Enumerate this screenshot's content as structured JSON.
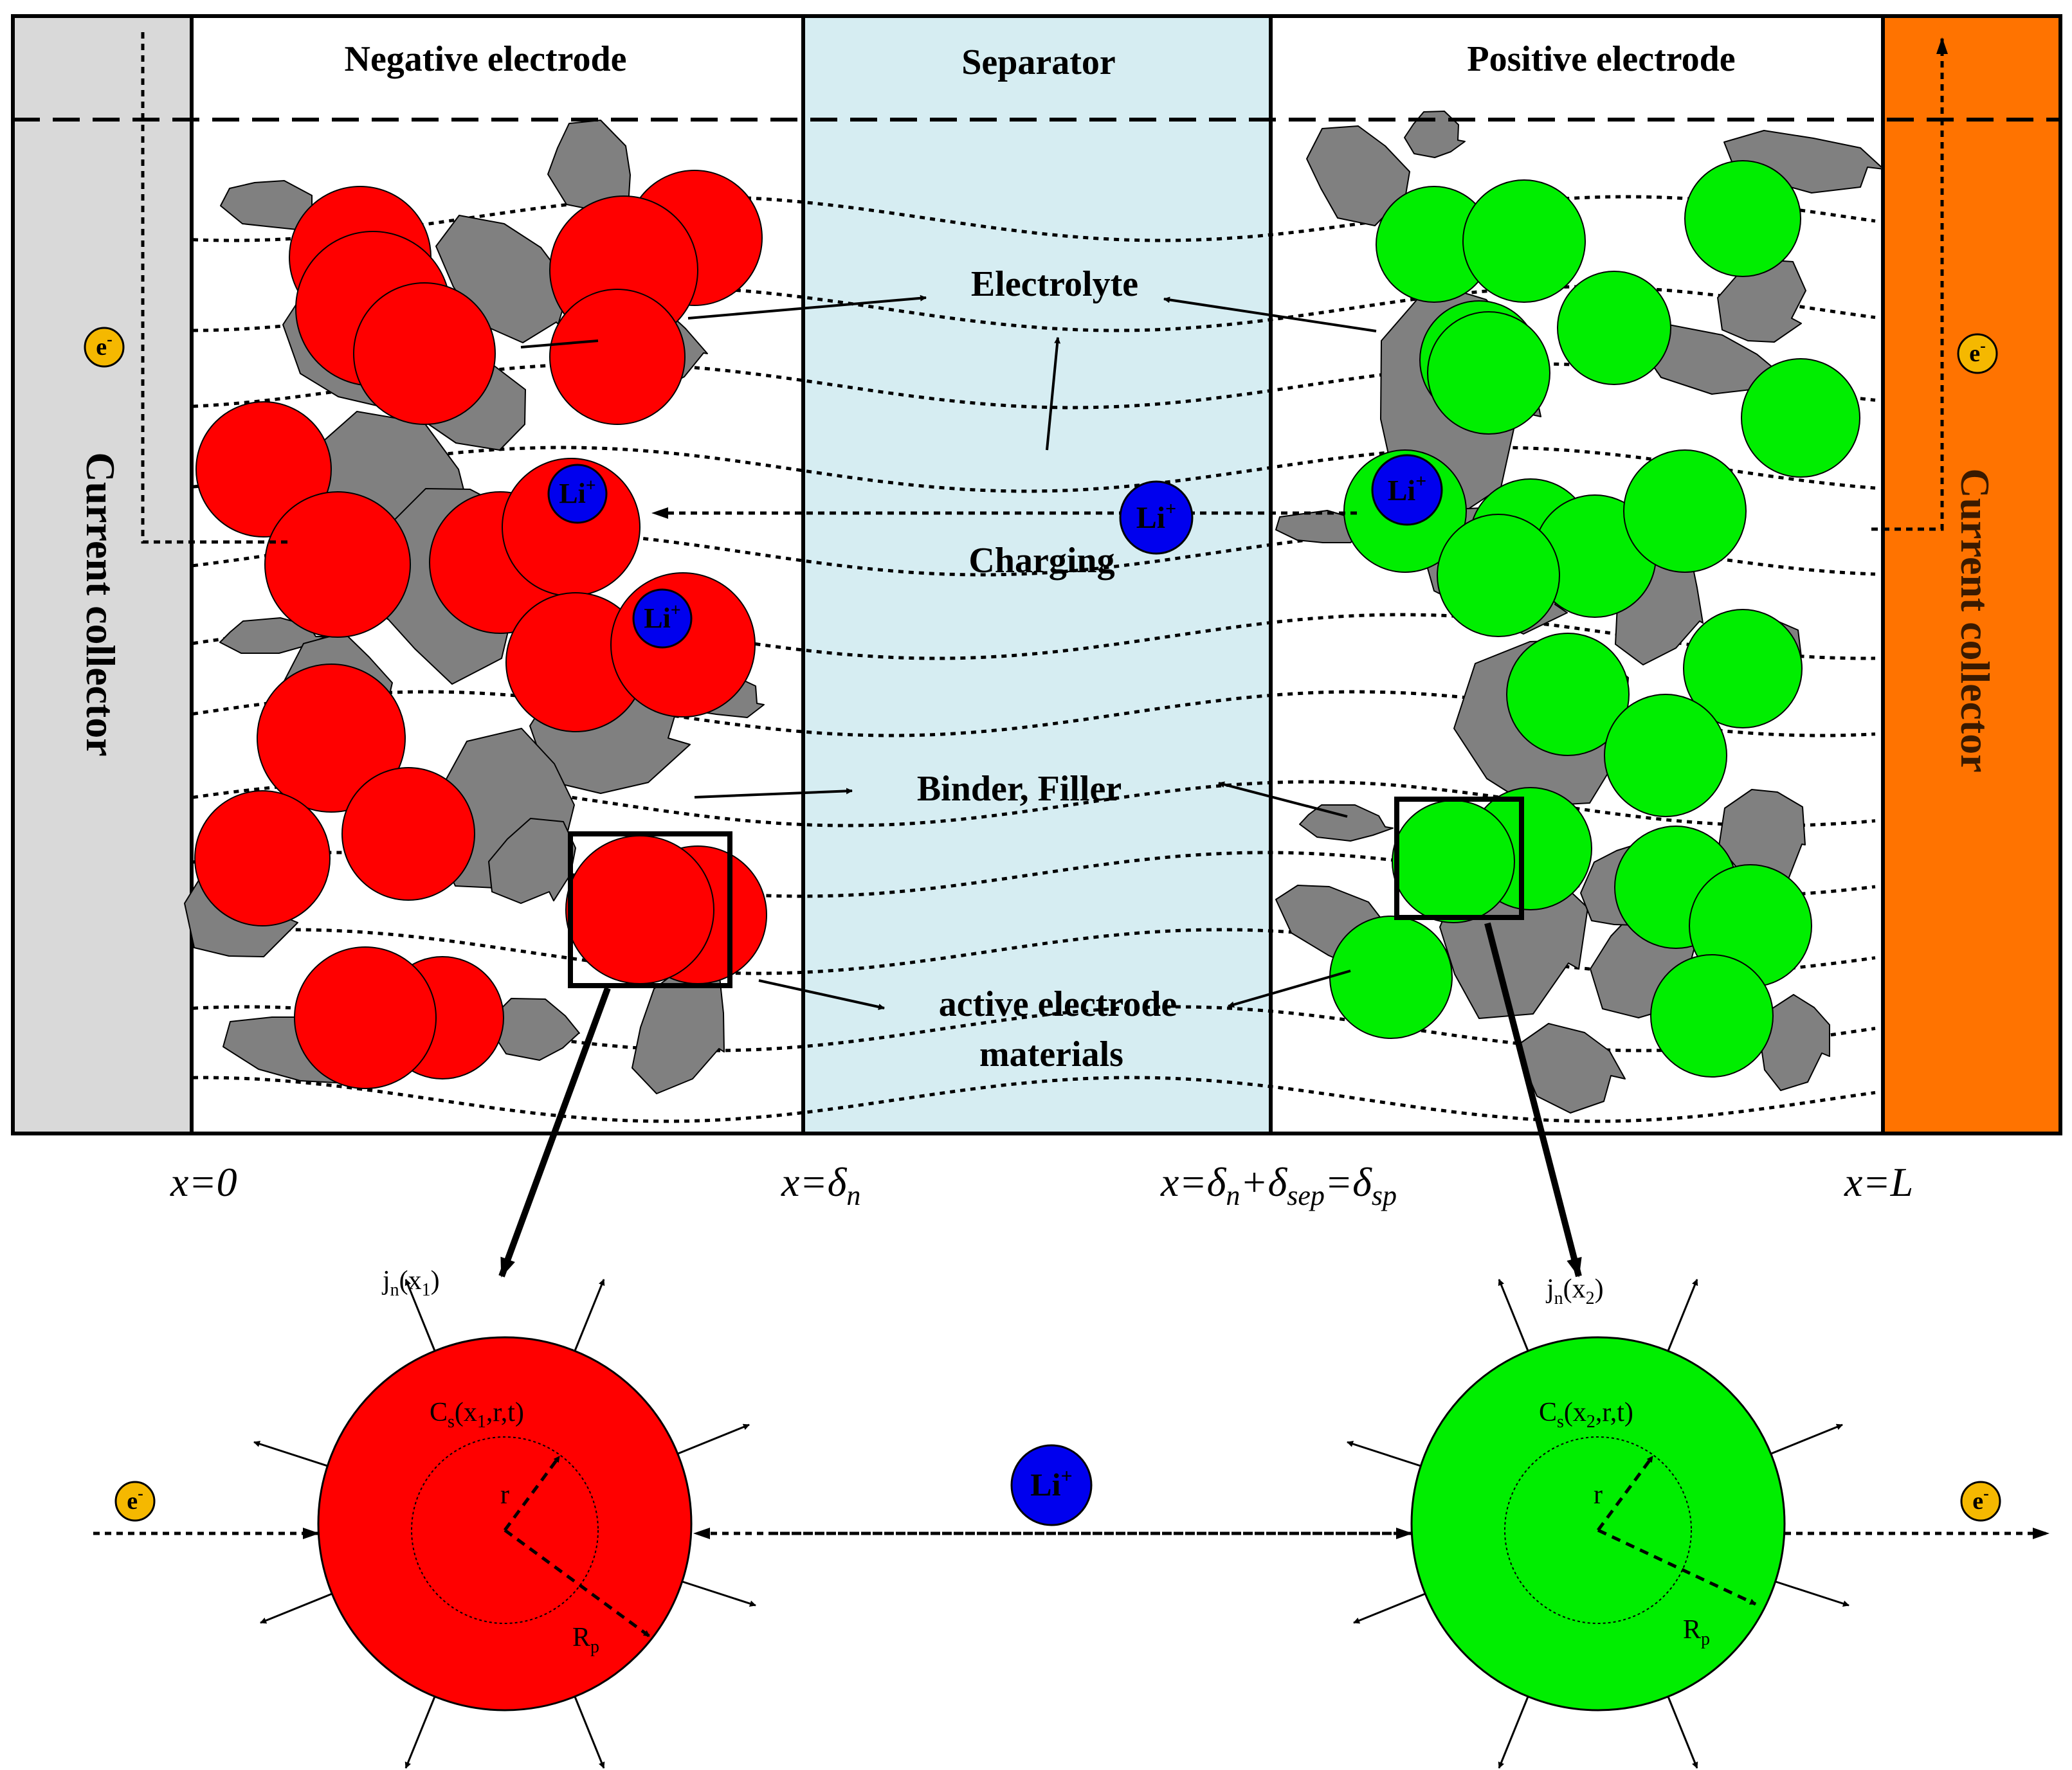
{
  "regions": {
    "left_collector": "Current collector",
    "negative": "Negative electrode",
    "separator": "Separator",
    "positive": "Positive electrode",
    "right_collector": "Current collector"
  },
  "labels": {
    "electrolyte": "Electrolyte",
    "charging": "Charging",
    "binder_filler": "Binder, Filler",
    "active_line1": "active electrode",
    "active_line2": "materials"
  },
  "positions": {
    "x0": "x=0",
    "x_dn_prefix": "x=δ",
    "x_dn_sub": "n",
    "x_dsp_a": "x=δ",
    "x_dsp_sub1": "n",
    "x_dsp_b": "+δ",
    "x_dsp_sub2": "sep",
    "x_dsp_c": "=δ",
    "x_dsp_sub3": "sp",
    "xL": "x=L"
  },
  "particle_detail": {
    "left_flux": {
      "base": "j",
      "sub": "n",
      "paren": "(x",
      "idx": "1",
      "close": ")"
    },
    "right_flux": {
      "base": "j",
      "sub": "n",
      "paren": "(x",
      "idx": "2",
      "close": ")"
    },
    "left_conc": {
      "base": "C",
      "sub": "s",
      "paren": "(x",
      "idx": "1",
      "rest": ",r,t)"
    },
    "right_conc": {
      "base": "C",
      "sub": "s",
      "paren": "(x",
      "idx": "2",
      "rest": ",r,t)"
    },
    "radius": "r",
    "particle_radius": {
      "base": "R",
      "sub": "p"
    }
  },
  "species": {
    "lithium": "Li",
    "lithium_charge": "+",
    "electron": "e",
    "electron_charge": "-"
  },
  "colors": {
    "left_collector": "#d9d9d9",
    "separator": "#d6edf2",
    "right_collector": "#ff7300",
    "negative_particle": "#ff0000",
    "positive_particle": "#00ee00",
    "binder": "#808080",
    "li_ion": "#0000ee",
    "electron": "#f5b800"
  }
}
